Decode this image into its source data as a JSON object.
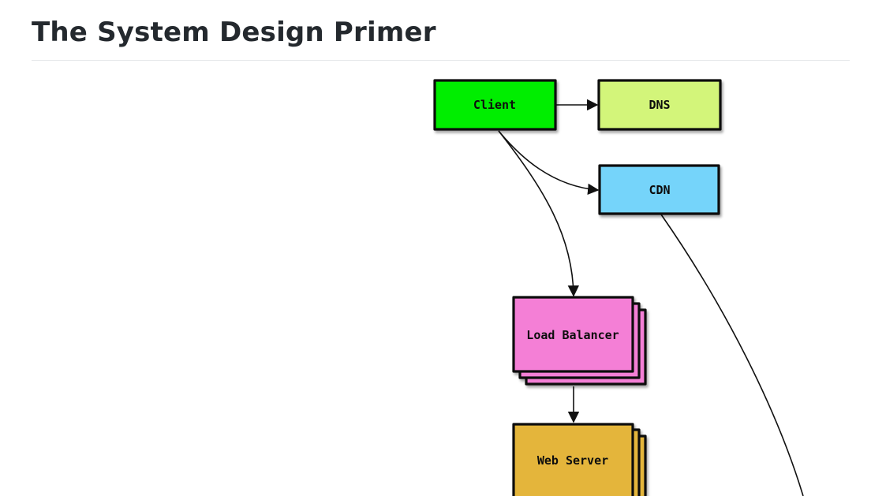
{
  "header": {
    "title": "The System Design Primer"
  },
  "diagram": {
    "nodes": {
      "client": {
        "label": "Client",
        "color": "#00ee00"
      },
      "dns": {
        "label": "DNS",
        "color": "#d3f57a"
      },
      "cdn": {
        "label": "CDN",
        "color": "#74d4fa"
      },
      "load_balancer": {
        "label": "Load Balancer",
        "color": "#f47fd6"
      },
      "web_server": {
        "label": "Web Server",
        "color": "#e4b53a"
      }
    },
    "edges": [
      {
        "from": "Client",
        "to": "DNS"
      },
      {
        "from": "Client",
        "to": "CDN"
      },
      {
        "from": "Client",
        "to": "Load Balancer"
      },
      {
        "from": "Load Balancer",
        "to": "Web Server"
      },
      {
        "from": "CDN",
        "to": ""
      }
    ]
  }
}
